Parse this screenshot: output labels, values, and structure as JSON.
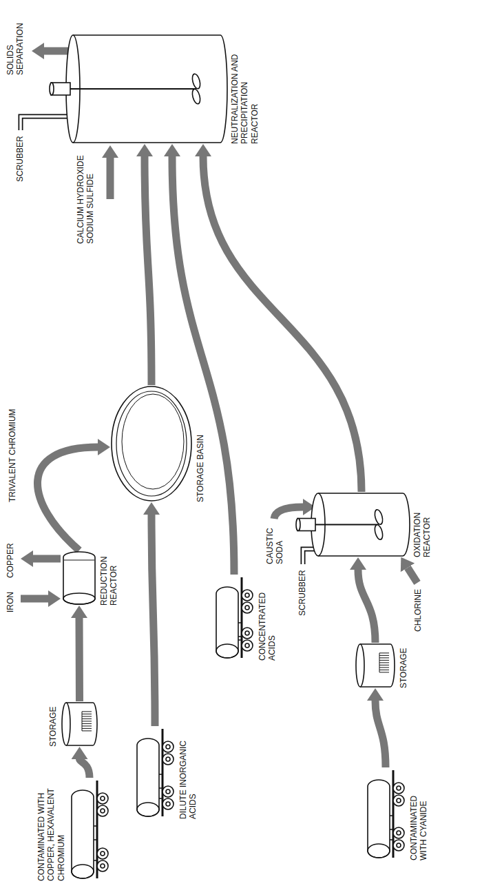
{
  "diagram": {
    "nodes": [
      {
        "text": [
          "CONTAMINATED WITH COPPER, HEXAVALENT CHROMIUM"
        ]
      },
      {
        "text": [
          "STORAGE"
        ]
      },
      {
        "text": [
          "REDUCTION REACTOR"
        ]
      },
      {
        "text": [
          "DILUTE INORGANIC ACIDS"
        ]
      },
      {
        "text": [
          "STORAGE BASIN"
        ]
      },
      {
        "text": [
          "CONCENTRATED ACIDS"
        ]
      },
      {
        "text": [
          "CONTAMINATED WITH CYANIDE"
        ]
      },
      {
        "text": [
          "STORAGE"
        ]
      },
      {
        "text": [
          "OXIDATION REACTOR"
        ]
      },
      {
        "text": [
          "NEUTRALIZATION AND PRECIPITATION REACTOR"
        ]
      }
    ],
    "edges": [
      {
        "from": 0,
        "to": 1,
        "arrow": "to"
      },
      {
        "from": 1,
        "to": 2,
        "arrow": "to"
      },
      {
        "from": 2,
        "to": 4,
        "label": "TRIVALENT CHROMIUM",
        "arrow": "to"
      },
      {
        "from": 3,
        "to": 4,
        "arrow": "to"
      },
      {
        "from": 4,
        "to": 9,
        "arrow": "to"
      },
      {
        "from": 5,
        "to": 9,
        "arrow": "to"
      },
      {
        "from": 6,
        "to": 7,
        "arrow": "to"
      },
      {
        "from": 7,
        "to": 8,
        "arrow": "to"
      },
      {
        "from": 8,
        "to": 9,
        "arrow": "to"
      }
    ],
    "labels": [
      "IRON",
      "COPPER",
      "CALCIUM HYDROXIDE SODIUM SULFIDE",
      "SCRUBBER",
      "SOLIDS SEPARATION",
      "CAUSTIC SODA",
      "SCRUBBER",
      "CHLORINE"
    ]
  }
}
